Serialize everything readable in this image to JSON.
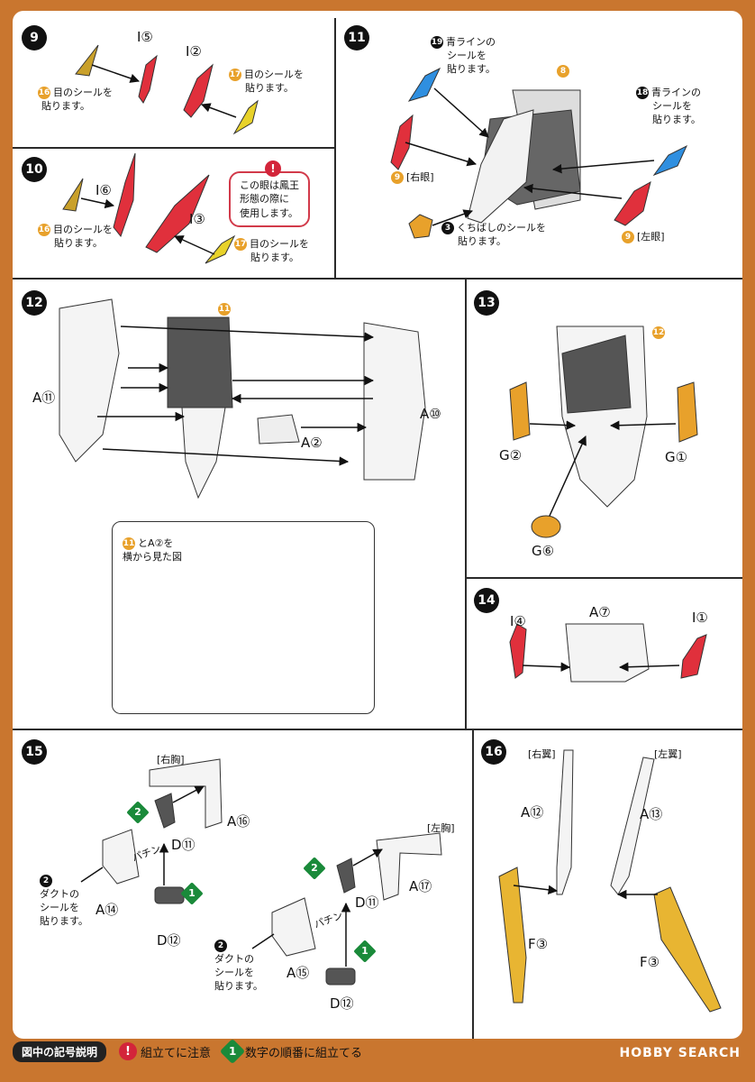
{
  "steps": {
    "s9": {
      "num": "9",
      "parts": [
        "I⑤",
        "I②"
      ],
      "sticker_left": {
        "no": "16",
        "text1": "目のシールを",
        "text2": "貼ります。"
      },
      "sticker_right": {
        "no": "17",
        "text1": "目のシールを",
        "text2": "貼ります。"
      }
    },
    "s10": {
      "num": "10",
      "parts": [
        "I⑥",
        "I③"
      ],
      "sticker_left": {
        "no": "16",
        "text1": "目のシールを",
        "text2": "貼ります。"
      },
      "sticker_right": {
        "no": "17",
        "text1": "目のシールを",
        "text2": "貼ります。"
      },
      "note": {
        "l1": "この眼は鳳王",
        "l2": "形態の際に",
        "l3": "使用します。"
      }
    },
    "s11": {
      "num": "11",
      "sub": "8",
      "blue_top": {
        "no": "19",
        "l1": "青ラインの",
        "l2": "シールを",
        "l3": "貼ります。"
      },
      "blue_right": {
        "no": "18",
        "l1": "青ラインの",
        "l2": "シールを",
        "l3": "貼ります。"
      },
      "right_eye": {
        "no": "9",
        "text": "[右眼]"
      },
      "left_eye": {
        "no": "9",
        "text": "[左眼]"
      },
      "beak": {
        "no": "3",
        "l1": "くちばしのシールを",
        "l2": "貼ります。"
      }
    },
    "s12": {
      "num": "12",
      "sub": "11",
      "parts": [
        "A⑪",
        "A⑩",
        "A②"
      ],
      "inset": {
        "no": "11",
        "l1": "とA②を",
        "l2": "横から見た図"
      }
    },
    "s13": {
      "num": "13",
      "sub": "12",
      "parts": [
        "G②",
        "G①",
        "G⑥"
      ]
    },
    "s14": {
      "num": "14",
      "parts": [
        "I④",
        "A⑦",
        "I①"
      ]
    },
    "s15": {
      "num": "15",
      "right_chest": "[右胸]",
      "left_chest": "[左胸]",
      "parts": [
        "A⑯",
        "D⑪",
        "A⑭",
        "D⑫",
        "A⑰",
        "D⑪",
        "A⑮",
        "D⑫"
      ],
      "snap": "パチン",
      "duct": {
        "no": "2",
        "l1": "ダクトの",
        "l2": "シールを",
        "l3": "貼ります。"
      },
      "order": [
        "2",
        "1"
      ]
    },
    "s16": {
      "num": "16",
      "right_wing": "[右翼]",
      "left_wing": "[左翼]",
      "parts": [
        "A⑫",
        "A⑬",
        "F③",
        "F③"
      ]
    }
  },
  "legend": {
    "title": "図中の記号説明",
    "caution_icon": "!",
    "caution": "組立てに注意",
    "order_icon": "1",
    "order": "数字の順番に組立てる"
  },
  "watermark": "HOBBY SEARCH",
  "colors": {
    "red": "#e0303c",
    "gold": "#e8b532",
    "blue": "#2f8fe0",
    "gray": "#555555",
    "bg": "#c9762f"
  }
}
